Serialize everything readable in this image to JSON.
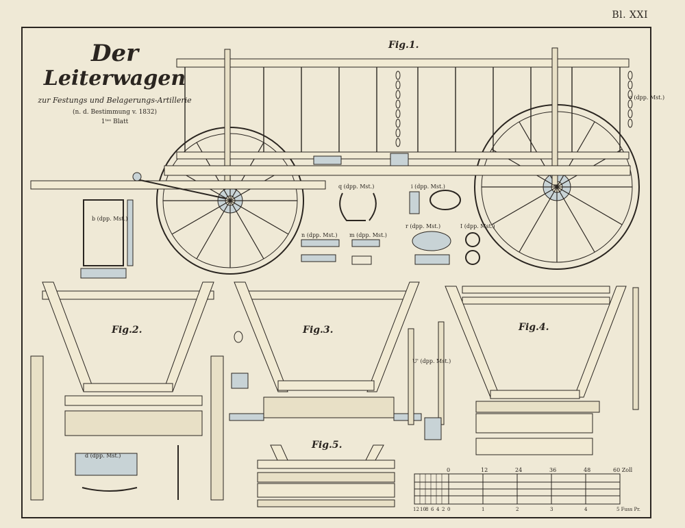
{
  "plate": {
    "number": "Bl. XXI",
    "title_line1": "Der",
    "title_line2": "Leiterwagen",
    "subtitle": "zur Festungs und Belagerungs-Artillerie",
    "note": "(n. d. Bestimmung v. 1832)",
    "sheet": "1ᵗᵉˢ Blatt"
  },
  "figures": {
    "fig1": "Fig.1.",
    "fig2": "Fig.2.",
    "fig3": "Fig.3.",
    "fig4": "Fig.4.",
    "fig5": "Fig.5."
  },
  "part_labels": {
    "b": "b (dpp. Mst.)",
    "q": "q (dpp. Mst.)",
    "i": "i (dpp. Mst.)",
    "r": "r (dpp. Mst.)",
    "I": "I (dpp. Mst.)",
    "n": "n (dpp. Mst.)",
    "m": "m (dpp. Mst.)",
    "d": "d (dpp. Mst.)",
    "U": "U' (dpp. Mst.)",
    "o": "o (dpp. Mst.)"
  },
  "scale": {
    "top_numbers": [
      "0",
      "12",
      "24",
      "36",
      "48",
      "60 Zoll"
    ],
    "bottom_numbers": [
      "12",
      "10",
      "8",
      "6",
      "4",
      "2",
      "0",
      "1",
      "2",
      "3",
      "4",
      "5 Fuss Pr."
    ]
  },
  "colors": {
    "paper": "#efe9d6",
    "ink": "#2a2520",
    "wood": "#f1ead3",
    "iron": "#c8d3d6"
  }
}
